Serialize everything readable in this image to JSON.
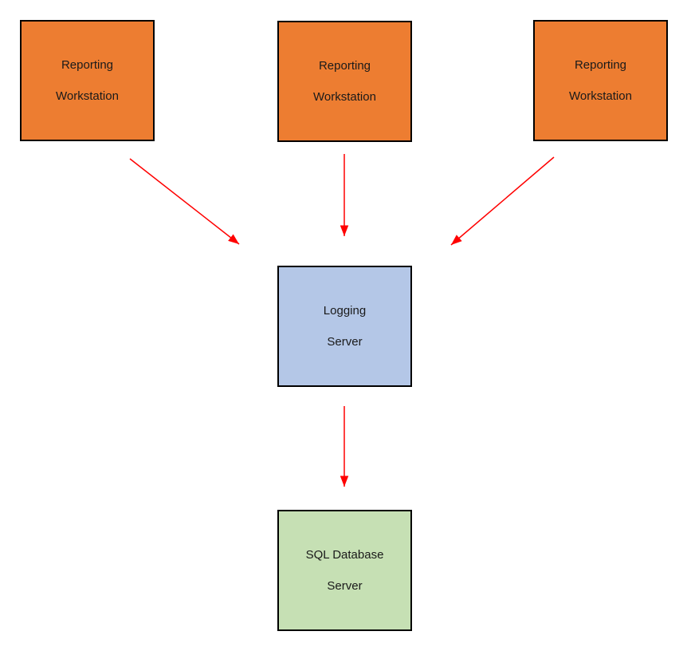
{
  "diagram": {
    "type": "flow-diagram",
    "background": "#FFFFFF",
    "nodes": [
      {
        "id": "reporting-workstation-1",
        "lines": [
          "Reporting",
          "Workstation"
        ],
        "fill": "#ED7D31",
        "border": "#000000",
        "text_color": "#1A1A1A"
      },
      {
        "id": "reporting-workstation-2",
        "lines": [
          "Reporting",
          "Workstation"
        ],
        "fill": "#ED7D31",
        "border": "#000000",
        "text_color": "#1A1A1A"
      },
      {
        "id": "reporting-workstation-3",
        "lines": [
          "Reporting",
          "Workstation"
        ],
        "fill": "#ED7D31",
        "border": "#000000",
        "text_color": "#1A1A1A"
      },
      {
        "id": "logging-server",
        "lines": [
          "Logging",
          "Server"
        ],
        "fill": "#B4C7E7",
        "border": "#000000",
        "text_color": "#1A1A1A"
      },
      {
        "id": "sql-database-server",
        "lines": [
          "SQL Database",
          "Server"
        ],
        "fill": "#C6E0B4",
        "border": "#000000",
        "text_color": "#1A1A1A"
      }
    ],
    "edges": [
      {
        "from": "reporting-workstation-1",
        "to": "logging-server",
        "color": "#FF0000"
      },
      {
        "from": "reporting-workstation-2",
        "to": "logging-server",
        "color": "#FF0000"
      },
      {
        "from": "reporting-workstation-3",
        "to": "logging-server",
        "color": "#FF0000"
      },
      {
        "from": "logging-server",
        "to": "sql-database-server",
        "color": "#FF0000"
      }
    ],
    "colors": {
      "arrow": "#FF0000",
      "node_border": "#000000",
      "text": "#1A1A1A"
    }
  }
}
